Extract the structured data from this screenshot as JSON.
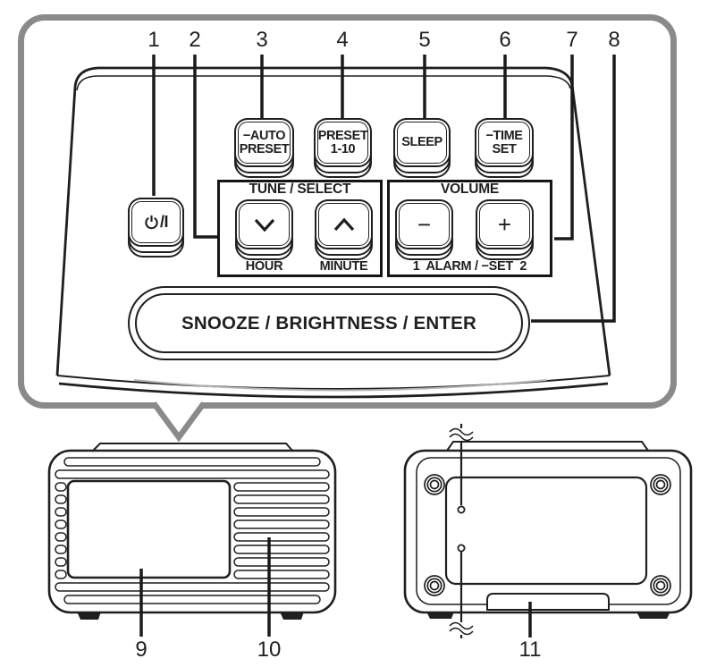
{
  "colors": {
    "line": "#1f1f1f",
    "callout_border": "#8a8a8a"
  },
  "callout_labels": [
    "1",
    "2",
    "3",
    "4",
    "5",
    "6",
    "7",
    "8"
  ],
  "view_labels": [
    "9",
    "10",
    "11"
  ],
  "top_panel": {
    "power": {
      "icon": "power-standby-icon",
      "text": "/I"
    },
    "keys": [
      {
        "id": "auto-preset",
        "lines": [
          "−AUTO",
          "PRESET"
        ]
      },
      {
        "id": "preset-1-10",
        "lines": [
          "PRESET",
          "1-10"
        ]
      },
      {
        "id": "sleep",
        "lines": [
          "SLEEP"
        ]
      },
      {
        "id": "time-set",
        "lines": [
          "−TIME",
          "SET"
        ]
      }
    ],
    "tune_select": {
      "title": "TUNE / SELECT",
      "down_icon": "chevron-down-icon",
      "up_icon": "chevron-up-icon",
      "down_sub": "HOUR",
      "up_sub": "MINUTE"
    },
    "volume": {
      "title": "VOLUME",
      "minus": "−",
      "plus": "+",
      "sub": "1  ALARM / −SET  2"
    },
    "snooze": {
      "label": "SNOOZE / BRIGHTNESS / ENTER"
    }
  }
}
